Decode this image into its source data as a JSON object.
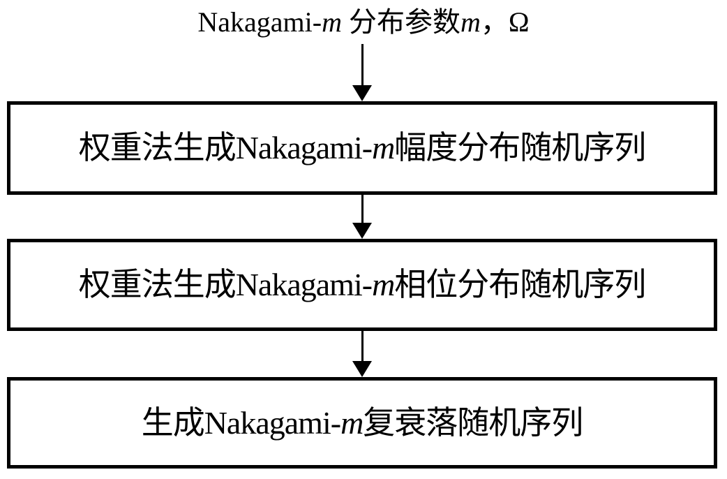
{
  "diagram": {
    "type": "flowchart",
    "orientation": "top-to-bottom",
    "background_color": "#ffffff",
    "stroke_color": "#000000",
    "title": {
      "segments": [
        {
          "text": "Nakagami-",
          "style": "normal"
        },
        {
          "text": "m",
          "style": "italic"
        },
        {
          "text": " 分布参数",
          "style": "normal"
        },
        {
          "text": "m",
          "style": "italic"
        },
        {
          "text": "，Ω",
          "style": "normal"
        }
      ],
      "plain": "Nakagami-m 分布参数m，Ω"
    },
    "nodes": [
      {
        "id": "box-1",
        "shape": "rectangle",
        "segments": [
          {
            "text": "权重法生成Nakagami-",
            "style": "normal"
          },
          {
            "text": "m",
            "style": "italic"
          },
          {
            "text": "幅度分布随机序列",
            "style": "normal"
          }
        ],
        "plain": "权重法生成Nakagami-m幅度分布随机序列"
      },
      {
        "id": "box-2",
        "shape": "rectangle",
        "segments": [
          {
            "text": "权重法生成Nakagami-",
            "style": "normal"
          },
          {
            "text": "m",
            "style": "italic"
          },
          {
            "text": "相位分布随机序列",
            "style": "normal"
          }
        ],
        "plain": "权重法生成Nakagami-m相位分布随机序列"
      },
      {
        "id": "box-3",
        "shape": "rectangle",
        "segments": [
          {
            "text": "生成Nakagami-",
            "style": "normal"
          },
          {
            "text": "m",
            "style": "italic"
          },
          {
            "text": "复衰落随机序列",
            "style": "normal"
          }
        ],
        "plain": "生成Nakagami-m复衰落随机序列"
      }
    ],
    "edges": [
      {
        "id": "arrow-1",
        "from": "title",
        "to": "box-1",
        "style": "solid-line-filled-arrowhead"
      },
      {
        "id": "arrow-2",
        "from": "box-1",
        "to": "box-2",
        "style": "solid-line-filled-arrowhead"
      },
      {
        "id": "arrow-3",
        "from": "box-2",
        "to": "box-3",
        "style": "solid-line-filled-arrowhead"
      }
    ]
  }
}
